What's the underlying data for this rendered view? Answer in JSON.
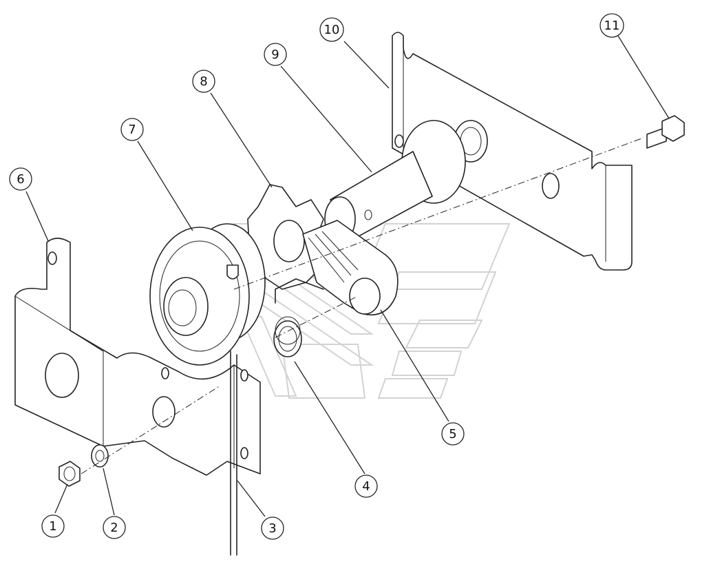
{
  "callouts": [
    {
      "label": "1"
    },
    {
      "label": "2"
    },
    {
      "label": "3"
    },
    {
      "label": "4"
    },
    {
      "label": "5"
    },
    {
      "label": "6"
    },
    {
      "label": "7"
    },
    {
      "label": "8"
    },
    {
      "label": "9"
    },
    {
      "label": "10"
    },
    {
      "label": "11"
    }
  ]
}
